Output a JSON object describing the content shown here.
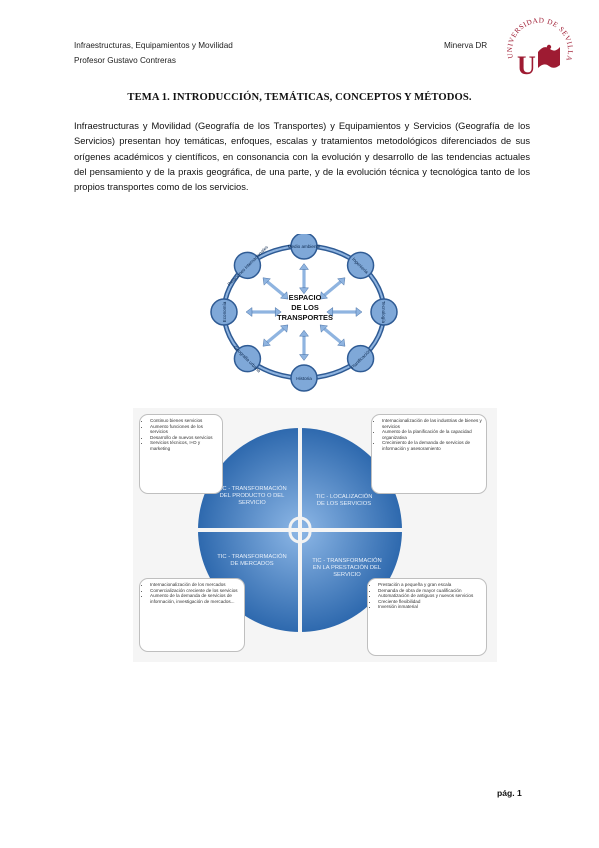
{
  "header": {
    "course": "Infraestructuras, Equipamientos y Movilidad",
    "professor": "Profesor Gustavo Contreras",
    "right": "Minerva DR"
  },
  "logo": {
    "arc_text": "UNIVERSIDAD DE SEVILLA",
    "monogram": "U"
  },
  "title": "TEMA 1. INTRODUCCIÓN, TEMÁTICAS, CONCEPTOS Y MÉTODOS.",
  "paragraph": "Infraestructuras y Movilidad (Geografía de los Transportes) y Equipamientos y Servicios (Geografía de los Servicios) presentan hoy temáticas, enfoques, escalas y tratamientos metodológicos diferenciados de sus orígenes académicos y científicos, en consonancia con la evolución y desarrollo de las tendencias actuales del pensamiento y de la praxis geográfica, de una parte, y de la evolución técnica y tecnológica tanto de los propios transportes como de los servicios.",
  "figure1": {
    "center": [
      "ESPACIO",
      "DE LOS",
      "TRANSPORTES"
    ],
    "nodes": [
      "Medio ambiente",
      "Ingeniería",
      "Tecnología",
      "Planificación",
      "Historia",
      "Geografía urbana",
      "Economía",
      "Relaciones internacionales"
    ],
    "colors": {
      "node_fill": "#7fa8d8",
      "node_stroke": "#2f5b94",
      "arrow": "#8fb4e0"
    }
  },
  "figure2": {
    "quadrants": [
      "TIC - TRANSFORMACIÓN DEL PRODUCTO O DEL SERVICIO",
      "TIC - LOCALIZACIÓN DE LOS SERVICIOS",
      "TIC - TRANSFORMACIÓN DE MERCADOS",
      "TIC - TRANSFORMACIÓN EN LA PRESTACIÓN DEL SERVICIO"
    ],
    "boxes": {
      "top_left": [
        "Continuo bienes servicios",
        "Aumento funciones de los servicios",
        "Desarrollo de nuevos servicios",
        "Servicios técnicos, I+D y marketing"
      ],
      "top_right": [
        "Internacionalización de las industrias de bienes y servicios",
        "Aumento de la planificación de la capacidad organizativa",
        "Crecimiento de la demanda de servicios de información y asesoramiento"
      ],
      "bottom_left": [
        "Internacionalización de los mercados",
        "Comercialización creciente de los servicios",
        "Aumento de la demanda de servicios de información, investigación de mercados..."
      ],
      "bottom_right": [
        "Prestación a pequeña y gran escala",
        "Demanda de obra de mayor cualificación",
        "Automatización de antiguos y nuevos servicios",
        "Creciente flexibilidad",
        "Inversión inmaterial"
      ]
    },
    "colors": {
      "quad_dark": "#2f6bb0",
      "quad_light": "#5d93d0"
    }
  },
  "page_number": "pág. 1"
}
